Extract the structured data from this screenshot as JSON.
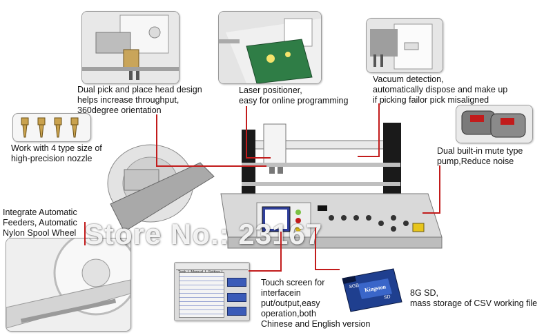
{
  "captions": {
    "pick_head": [
      "Dual pick and place head design",
      "helps increase throughput,",
      "360degree orientation"
    ],
    "laser": [
      "Laser positioner,",
      "easy for online programming"
    ],
    "vacuum": [
      "Vacuum detection,",
      "automatically dispose and make up",
      "if picking failor pick misaligned"
    ],
    "nozzle": [
      "Work with 4 type size of",
      "high-precision nozzle"
    ],
    "pump": [
      "Dual built-in mute type",
      "pump,Reduce noise"
    ],
    "feeders": [
      "Integrate Automatic",
      "Feeders, Automatic",
      "Nylon Spool Wheel"
    ],
    "touch": [
      "Touch screen for",
      "interfacein",
      "put/output,easy",
      "operation,both",
      "Chinese and English version"
    ],
    "sd": [
      "8G SD,",
      "mass storage of CSV working file"
    ]
  },
  "watermark": "Store No.: 23167",
  "touchscreen_tabs": [
    "Task",
    "Manual",
    "Setting"
  ],
  "sd_card": {
    "size": "8GB",
    "brand": "Kingston",
    "type": "SD"
  },
  "colors": {
    "leader": "#c21b1b",
    "machine_body": "#d9d9d9",
    "panel": "#eeeeee",
    "screen": "#2f3f9b"
  }
}
